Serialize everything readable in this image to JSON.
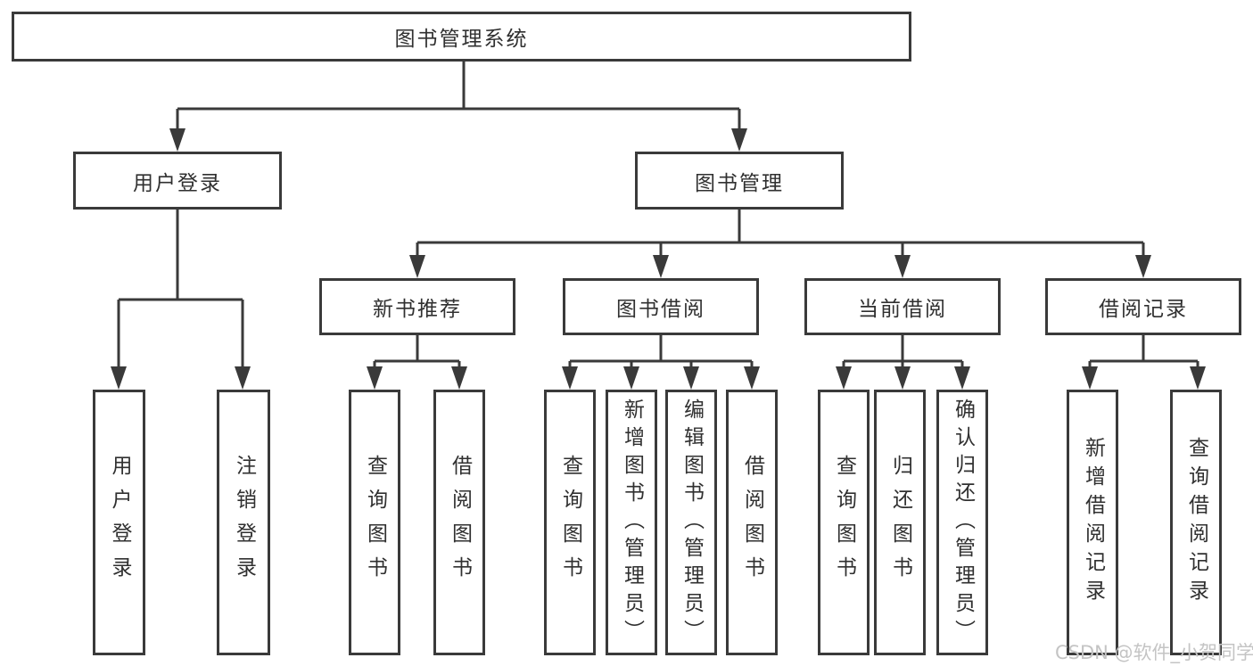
{
  "diagram": {
    "root": {
      "label": "图书管理系统"
    },
    "level2": [
      {
        "label": "用户登录"
      },
      {
        "label": "图书管理"
      }
    ],
    "level3": [
      {
        "label": "新书推荐"
      },
      {
        "label": "图书借阅"
      },
      {
        "label": "当前借阅"
      },
      {
        "label": "借阅记录"
      }
    ],
    "leaves": [
      {
        "label": "用户登录"
      },
      {
        "label": "注销登录"
      },
      {
        "label": "查询图书"
      },
      {
        "label": "借阅图书"
      },
      {
        "label": "查询图书"
      },
      {
        "label": "新增图书（管理员）"
      },
      {
        "label": "编辑图书（管理员）"
      },
      {
        "label": "借阅图书"
      },
      {
        "label": "查询图书"
      },
      {
        "label": "归还图书"
      },
      {
        "label": "确认归还（管理员）"
      },
      {
        "label": "新增借阅记录"
      },
      {
        "label": "查询借阅记录"
      }
    ],
    "hierarchy": {
      "图书管理系统": [
        "用户登录",
        "图书管理"
      ],
      "用户登录": [
        "用户登录",
        "注销登录"
      ],
      "图书管理": [
        "新书推荐",
        "图书借阅",
        "当前借阅",
        "借阅记录"
      ],
      "新书推荐": [
        "查询图书",
        "借阅图书"
      ],
      "图书借阅": [
        "查询图书",
        "新增图书（管理员）",
        "编辑图书（管理员）",
        "借阅图书"
      ],
      "当前借阅": [
        "查询图书",
        "归还图书",
        "确认归还（管理员）"
      ],
      "借阅记录": [
        "新增借阅记录",
        "查询借阅记录"
      ]
    },
    "colors": {
      "line": "#3a3a3a",
      "text": "#303030",
      "watermark": "#c4c4c4",
      "background": "#ffffff"
    },
    "watermark": "CSDN @软件_小贺同学"
  }
}
